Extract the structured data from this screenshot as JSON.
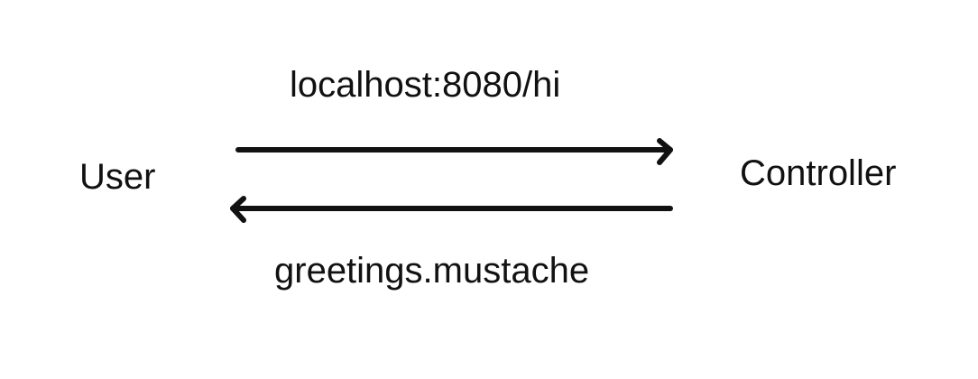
{
  "diagram": {
    "nodes": {
      "user": "User",
      "controller": "Controller"
    },
    "edges": {
      "request": {
        "label": "localhost:8080/hi",
        "from": "User",
        "to": "Controller"
      },
      "response": {
        "label": "greetings.mustache",
        "from": "Controller",
        "to": "User"
      }
    },
    "colors": {
      "stroke": "#111111",
      "background": "#ffffff"
    }
  }
}
